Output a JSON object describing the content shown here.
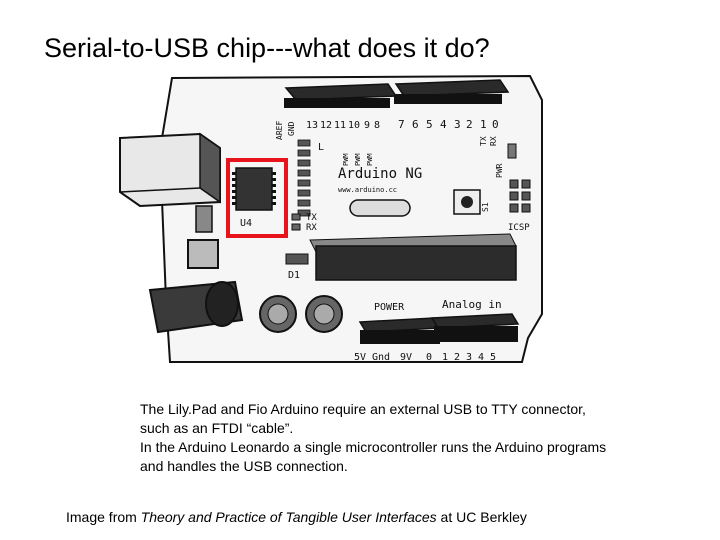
{
  "slide": {
    "title": "Serial-to-USB chip---what does it do?",
    "caption_line1": "The Lily.Pad and Fio Arduino require an external USB to TTY connector, such as an FTDI “cable”.",
    "caption_line2": "In the Arduino Leonardo a single microcontroller runs the Arduino programs and handles the USB connection.",
    "credit_prefix": "Image from ",
    "credit_work": "Theory and Practice of Tangible User Interfaces",
    "credit_suffix": " at UC Berkley"
  },
  "board": {
    "name": "Arduino NG",
    "url": "www.arduino.cc",
    "chip_label": "U4",
    "highlight_color": "#e8141c",
    "top_pins_left": [
      "AREF",
      "GND",
      "13",
      "12",
      "11",
      "10",
      "9",
      "8"
    ],
    "top_pins_right": [
      "7",
      "6",
      "5",
      "4",
      "3",
      "2",
      "1",
      "0"
    ],
    "serial_labels": [
      "TX",
      "RX"
    ],
    "pwr_label": "PWR",
    "led_label": "L",
    "pwm_labels": [
      "PWM",
      "PWM",
      "PWM"
    ],
    "switch_label": "S1",
    "icsp_label": "ICSP",
    "led_tx": "TX",
    "led_rx": "RX",
    "diode_label": "D1",
    "power_label": "POWER",
    "analog_label": "Analog in",
    "bottom_power_pins": [
      "5V",
      "Gnd",
      "9V"
    ],
    "bottom_analog_pins": [
      "0",
      "1",
      "2",
      "3",
      "4",
      "5"
    ]
  }
}
